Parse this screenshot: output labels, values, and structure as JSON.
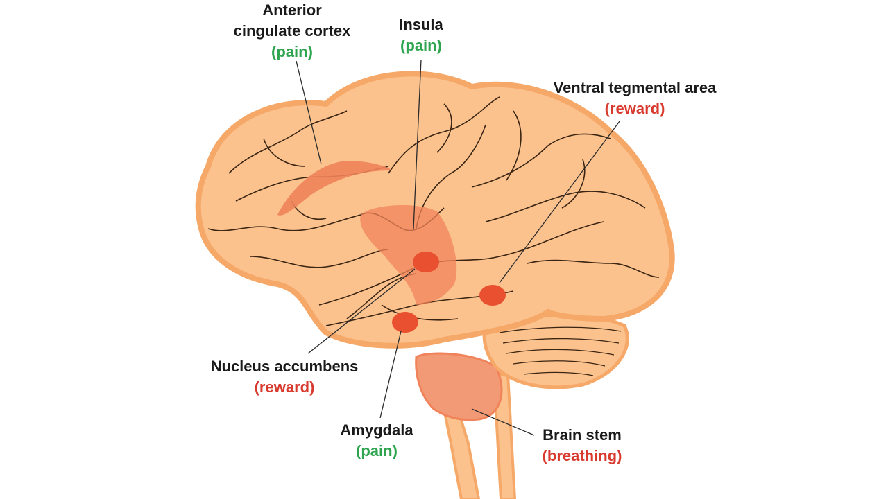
{
  "colors": {
    "brain": "#fbc28e",
    "outline": "#f5a868",
    "region": "#f0835a",
    "spot": "#e9502f",
    "pain": "#2ea44f",
    "reward": "#d93a2e"
  },
  "labels": [
    {
      "id": "acc",
      "name_lines": [
        "Anterior",
        "cingulate cortex"
      ],
      "function": "(pain)",
      "type": "pain"
    },
    {
      "id": "insula",
      "name_lines": [
        "Insula"
      ],
      "function": "(pain)",
      "type": "pain"
    },
    {
      "id": "vta",
      "name_lines": [
        "Ventral tegmental area"
      ],
      "function": "(reward)",
      "type": "reward"
    },
    {
      "id": "nacc",
      "name_lines": [
        "Nucleus accumbens"
      ],
      "function": "(reward)",
      "type": "reward"
    },
    {
      "id": "amygdala",
      "name_lines": [
        "Amygdala"
      ],
      "function": "(pain)",
      "type": "pain"
    },
    {
      "id": "brainstem",
      "name_lines": [
        "Brain stem"
      ],
      "function": "(breathing)",
      "type": "reward"
    }
  ]
}
